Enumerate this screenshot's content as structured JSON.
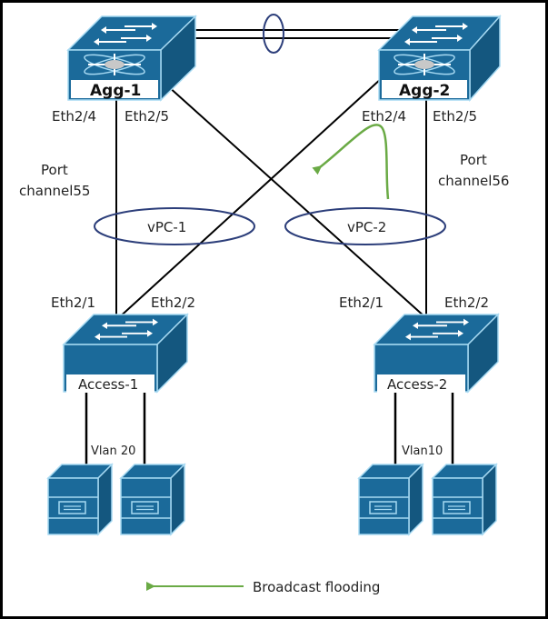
{
  "colors": {
    "device": "#1b6a9a",
    "device_side": "#14577f",
    "device_edge": "#a6d9f2",
    "link": "#000000",
    "vpc_ellipse": "#2c3e7a",
    "flood_arrow": "#6aaa45"
  },
  "devices": {
    "agg1": {
      "label": "Agg-1",
      "icon": "nexus-switch-icon"
    },
    "agg2": {
      "label": "Agg-2",
      "icon": "nexus-switch-icon"
    },
    "access1": {
      "label": "Access-1",
      "icon": "l2-switch-icon"
    },
    "access2": {
      "label": "Access-2",
      "icon": "l2-switch-icon"
    },
    "servers": [
      {
        "icon": "server-icon"
      },
      {
        "icon": "server-icon"
      },
      {
        "icon": "server-icon"
      },
      {
        "icon": "server-icon"
      }
    ]
  },
  "ports": {
    "agg1_left": "Eth2/4",
    "agg1_right": "Eth2/5",
    "agg2_left": "Eth2/4",
    "agg2_right": "Eth2/5",
    "access1_left": "Eth2/1",
    "access1_right": "Eth2/2",
    "access2_left": "Eth2/1",
    "access2_right": "Eth2/2"
  },
  "port_channels": {
    "pc55_line1": "Port",
    "pc55_line2": "channel55",
    "pc56_line1": "Port",
    "pc56_line2": "channel56"
  },
  "vpcs": {
    "vpc1": "vPC-1",
    "vpc2": "vPC-2"
  },
  "vlans": {
    "left": "Vlan 20",
    "right": "Vlan10"
  },
  "legend": {
    "broadcast": "Broadcast flooding",
    "icon": "green-arrow-icon"
  }
}
